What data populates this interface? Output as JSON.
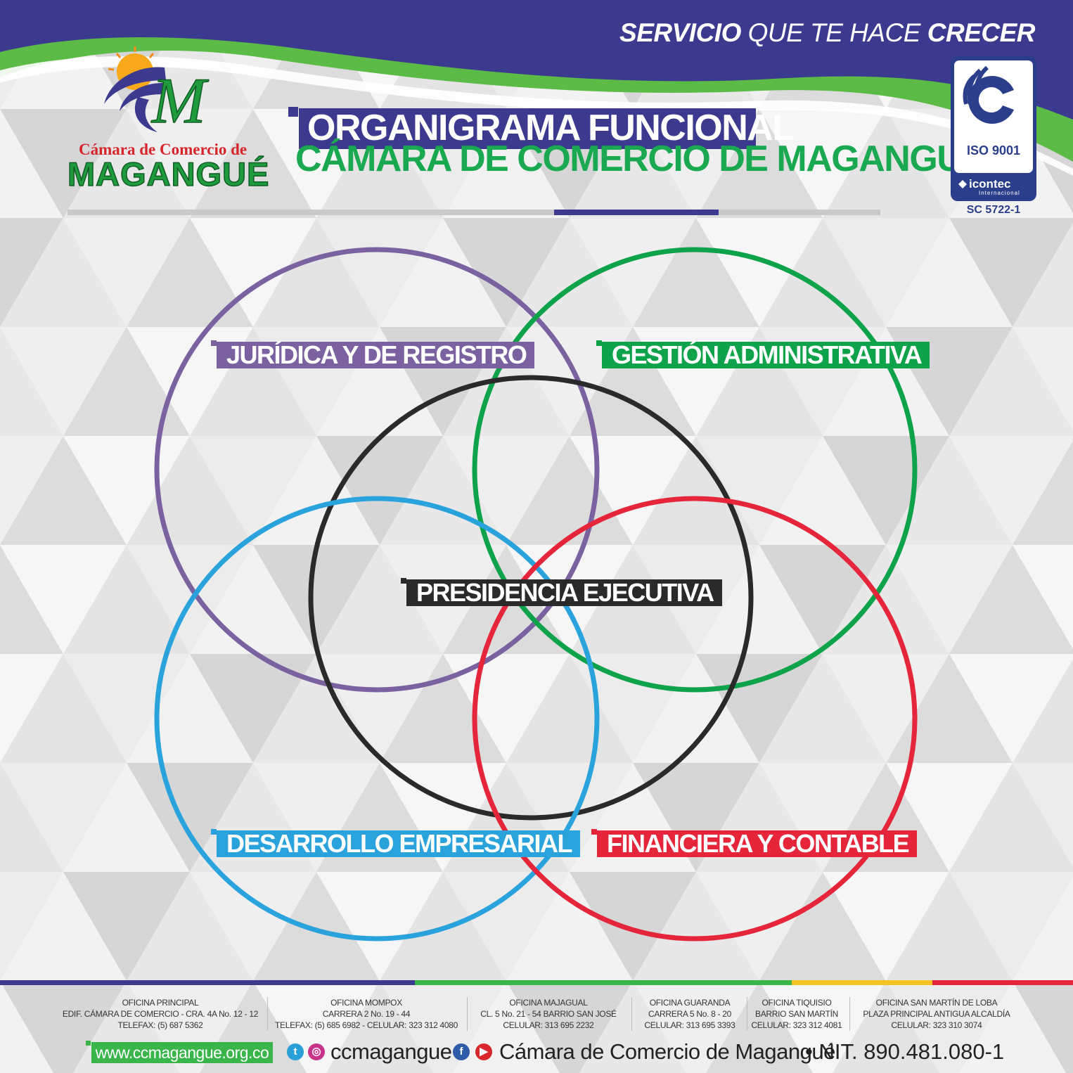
{
  "header": {
    "slogan_part1": "SERVICIO",
    "slogan_part2": " QUE TE HACE ",
    "slogan_part3": "CRECER",
    "title_line1": "ORGANIGRAMA FUNCIONAL",
    "title_line2": "CÁMARA DE COMERCIO DE MAGANGUÉ"
  },
  "logo": {
    "line1": "Cámara de Comercio de",
    "line2": "MAGANGUÉ"
  },
  "certification": {
    "standard": "ISO 9001",
    "certifier": "icontec",
    "certifier_sub": "Internacional",
    "code": "SC 5722-1"
  },
  "diagram": {
    "nodes": [
      {
        "id": "juridica",
        "label": "JURÍDICA Y DE REGISTRO",
        "color": "#7b61a0"
      },
      {
        "id": "gestion",
        "label": "GESTIÓN ADMINISTRATIVA",
        "color": "#0ea24a"
      },
      {
        "id": "presidencia",
        "label": "PRESIDENCIA EJECUTIVA",
        "color": "#2a2a2a"
      },
      {
        "id": "desarrollo",
        "label": "DESARROLLO EMPRESARIAL",
        "color": "#2aa3dc"
      },
      {
        "id": "financiera",
        "label": "FINANCIERA Y CONTABLE",
        "color": "#e5253a"
      }
    ]
  },
  "footer": {
    "offices": [
      {
        "name": "OFICINA PRINCIPAL",
        "address": "EDIF. CÁMARA DE COMERCIO - CRA. 4A No. 12 - 12",
        "phone": "TELEFAX: (5) 687 5362"
      },
      {
        "name": "OFICINA MOMPOX",
        "address": "CARRERA 2 No. 19 - 44",
        "phone": "TELEFAX: (5) 685 6982 - CELULAR: 323 312 4080"
      },
      {
        "name": "OFICINA MAJAGUAL",
        "address": "CL. 5 No. 21 - 54 BARRIO SAN JOSÉ",
        "phone": "CELULAR: 313 695 2232"
      },
      {
        "name": "OFICINA GUARANDA",
        "address": "CARRERA 5 No. 8 - 20",
        "phone": "CELULAR: 313 695 3393"
      },
      {
        "name": "OFICINA TIQUISIO",
        "address": "BARRIO SAN MARTÍN",
        "phone": "CELULAR: 323 312 4081"
      },
      {
        "name": "OFICINA SAN MARTÍN DE LOBA",
        "address": "PLAZA PRINCIPAL ANTIGUA ALCALDÍA",
        "phone": "CELULAR: 323 310 3074"
      }
    ],
    "website": "www.ccmagangue.org.co",
    "social_handle": "ccmagangue",
    "org_name": "Cámara de Comercio de Magangué",
    "nit": "• NIT.  890.481.080-1"
  },
  "colors": {
    "navy": "#3c3a8f",
    "green": "#1aa850",
    "yellow": "#f6c324",
    "red": "#e5253a"
  }
}
